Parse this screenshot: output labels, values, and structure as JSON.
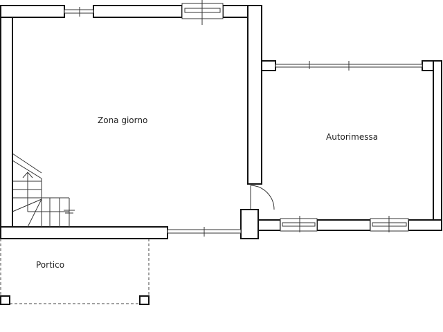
{
  "rooms": {
    "living": "Zona giorno",
    "garage": "Autorimessa",
    "porch": "Portico"
  }
}
